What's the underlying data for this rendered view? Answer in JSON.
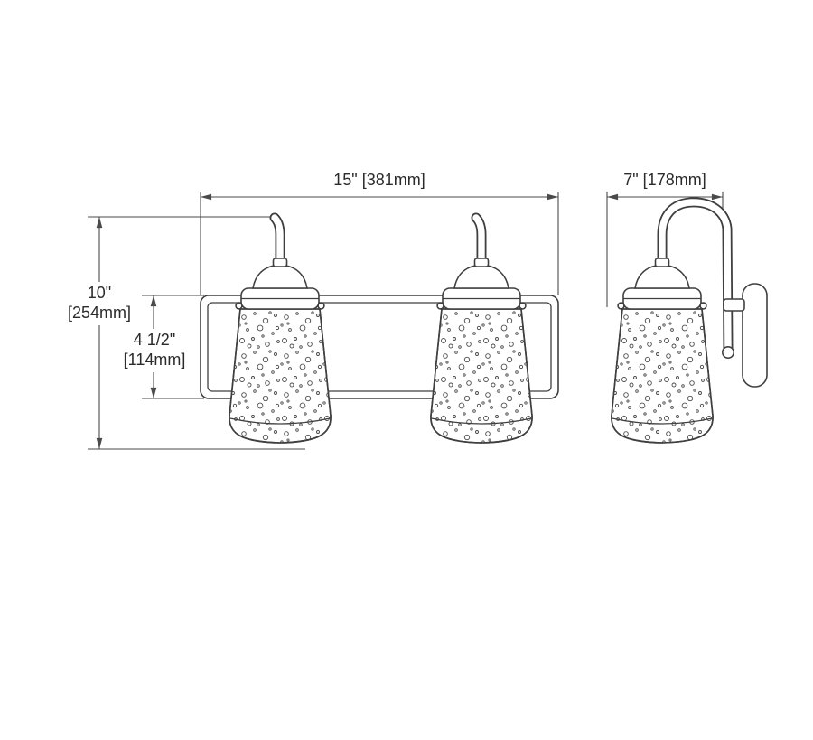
{
  "drawing": {
    "description": "Two-light vanity wall fixture dimension line drawing, front view and side profile view",
    "colors": {
      "background": "#ffffff",
      "outline": "#3f3f3f",
      "dimension_line": "#4a4a4a",
      "text": "#2b2b2b"
    }
  },
  "dimensions": {
    "overall_width": {
      "label": "15\" [381mm]"
    },
    "extension_depth": {
      "label": "7\" [178mm]"
    },
    "overall_height": {
      "value": "10\"",
      "metric": "[254mm]"
    },
    "backplate_height": {
      "value": "4 1/2\"",
      "metric": "[114mm]"
    }
  }
}
